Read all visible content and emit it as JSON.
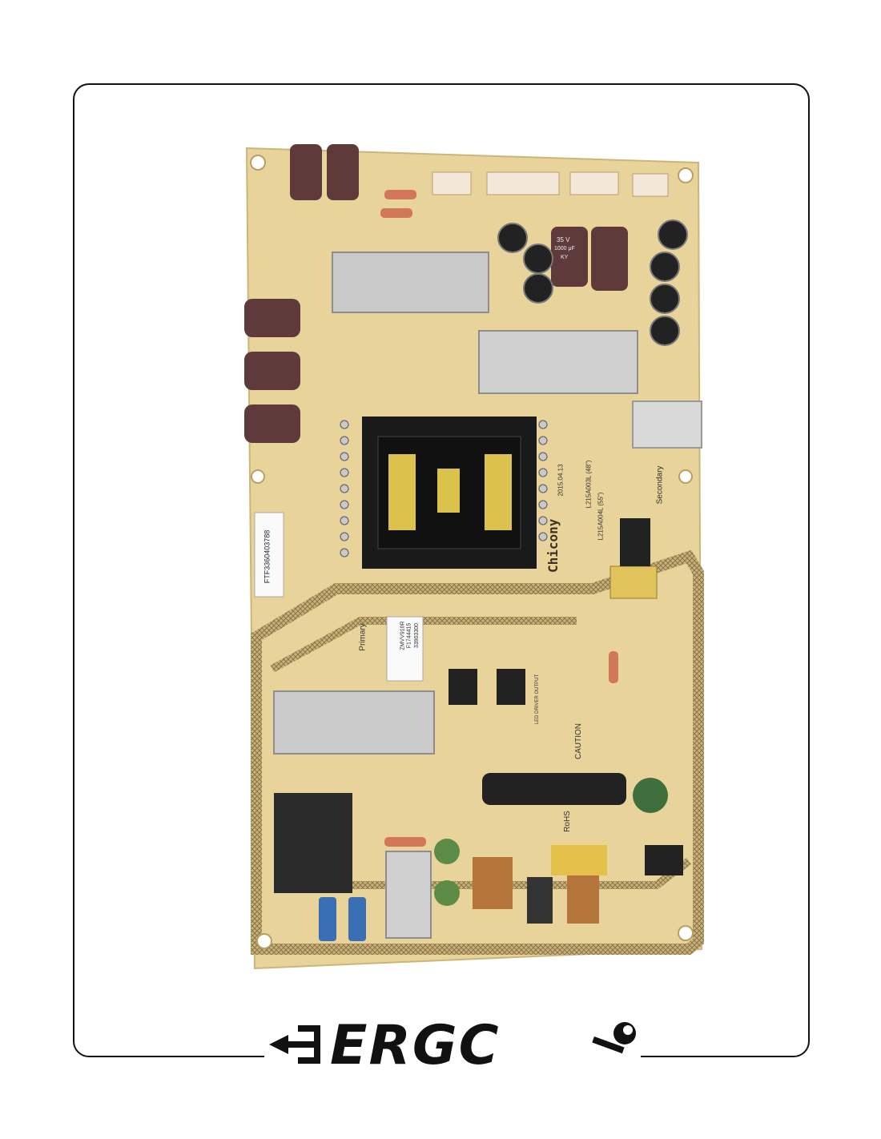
{
  "image": {
    "board": {
      "brand": "Chicony",
      "date_code": "2015.04.13",
      "models": [
        "L215A003L (48\")",
        "L215A004L (55\")"
      ],
      "section_primary": "Primary",
      "section_secondary": "Secondary",
      "caution": "CAUTION",
      "rohs": "RoHS",
      "barcode": "FTF3360403788",
      "sticker_lines": [
        "ZMVV910R",
        "F1744415",
        "33903300"
      ],
      "led_table_title": "LED DRIVER OUTPUT",
      "cap_labels": [
        "35 V",
        "1000 μF",
        "KY"
      ]
    },
    "logo": {
      "text": "ERGC",
      "colors": {
        "logo": "#111111",
        "frame": "#111111",
        "pcb": "#e8d39a"
      }
    }
  }
}
